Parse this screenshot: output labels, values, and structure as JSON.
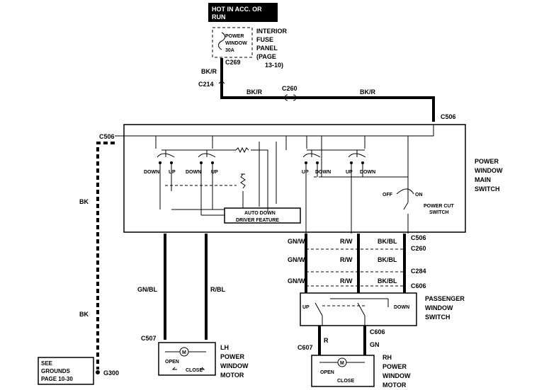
{
  "header": {
    "line1": "HOT IN  ACC. OR",
    "line2": "RUN"
  },
  "fuse_panel": {
    "fuse_line1": "POWER",
    "fuse_line2": "WINDOW",
    "fuse_line3": "30A",
    "label_line1": "INTERIOR",
    "label_line2": "FUSE",
    "label_line3": "PANEL",
    "label_line4": "(PAGE",
    "label_line5": "13-10)"
  },
  "connectors": {
    "c269": "C269",
    "c214": "C214",
    "c260_top": "C260",
    "c506_top": "C506",
    "c506_left": "C506",
    "c506_right": "C506",
    "c260_right": "C260",
    "c284": "C284",
    "c606_right": "C606",
    "c606_pass": "C606",
    "c507": "C507",
    "c607": "C607",
    "g300": "G300"
  },
  "wires": {
    "bkr_vert": "BK/R",
    "bkr_mid": "BK/R",
    "bkr_right": "BK/R",
    "bk_upper": "BK",
    "bk_lower": "BK",
    "gnbl": "GN/BL",
    "rbl": "R/BL",
    "gnw_1": "GN/W",
    "gnw_2": "GN/W",
    "gnw_3": "GN/W",
    "rw_1": "R/W",
    "rw_2": "R/W",
    "rw_3": "R/W",
    "bkbl_1": "BK/BL",
    "bkbl_2": "BK/BL",
    "bkbl_3": "BK/BL",
    "r": "R",
    "gn": "GN"
  },
  "main_switch": {
    "label_line1": "POWER",
    "label_line2": "WINDOW",
    "label_line3": "MAIN",
    "label_line4": "SWITCH",
    "down1": "DOWN",
    "up1": "UP",
    "down2": "DOWN",
    "up2": "UP",
    "up3": "UP",
    "down3": "DOWN",
    "up4": "UP",
    "down4": "DOWN",
    "off": "OFF",
    "on": "ON",
    "cut_line1": "POWER CUT",
    "cut_line2": "SWITCH",
    "auto_line1": "AUTO DOWN",
    "auto_line2": "DRIVER  FEATURE"
  },
  "passenger_switch": {
    "label_line1": "PASSENGER",
    "label_line2": "WINDOW",
    "label_line3": "SWITCH",
    "up": "UP",
    "down": "DOWN"
  },
  "lh_motor": {
    "label_line1": "LH",
    "label_line2": "POWER",
    "label_line3": "WINDOW",
    "label_line4": "MOTOR",
    "open": "OPEN",
    "close": "CLOSE",
    "m": "M"
  },
  "rh_motor": {
    "label_line1": "RH",
    "label_line2": "POWER",
    "label_line3": "WINDOW",
    "label_line4": "MOTOR",
    "open": "OPEN",
    "close": "CLOSE",
    "m": "M"
  },
  "grounds_box": {
    "line1": "SEE",
    "line2": "GROUNDS",
    "line3": "PAGE  10-30"
  }
}
